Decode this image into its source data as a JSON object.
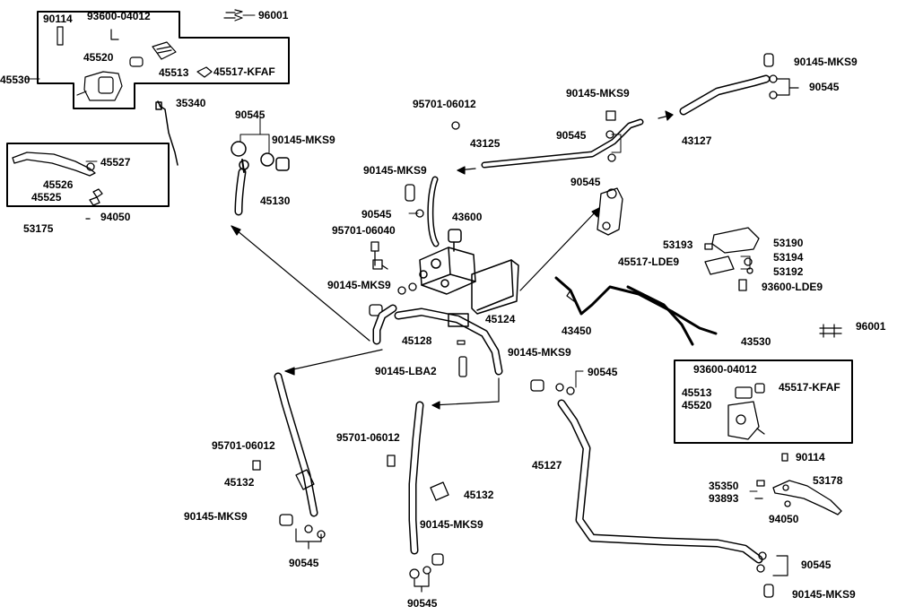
{
  "labels": {
    "p90114_top": "90114",
    "p93600_04012_top": "93600-04012",
    "p96001_top": "96001",
    "p45520_top": "45520",
    "p45513_top": "45513",
    "p45517_kfaf_top": "45517-KFAF",
    "p45530": "45530",
    "p35340": "35340",
    "p90545_a": "90545",
    "p90145_mks9_a": "90145-MKS9",
    "p45130": "45130",
    "p45527": "45527",
    "p45526": "45526",
    "p45525": "45525",
    "p53175": "53175",
    "p94050_a": "94050",
    "p95701_06012_a": "95701-06012",
    "p43125": "43125",
    "p90145_mks9_b": "90145-MKS9",
    "p90545_b": "90545",
    "p43600": "43600",
    "p95701_06040": "95701-06040",
    "p90145_mks9_c": "90145-MKS9",
    "p45124": "45124",
    "p45128": "45128",
    "p90145_lba2": "90145-LBA2",
    "p90145_mks9_d": "90145-MKS9",
    "p90545_c": "90545",
    "p90545_d": "90545",
    "p90145_mks9_e": "90145-MKS9",
    "p90545_e": "90545",
    "p43127": "43127",
    "p53193": "53193",
    "p53190": "53190",
    "p45517_lde9": "45517-LDE9",
    "p53194": "53194",
    "p53192": "53192",
    "p93600_lde9": "93600-LDE9",
    "p43450": "43450",
    "p96001_b": "96001",
    "p43530": "43530",
    "p93600_04012_b": "93600-04012",
    "p45513_b": "45513",
    "p45517_kfaf_b": "45517-KFAF",
    "p45520_b": "45520",
    "p90145_mks9_f": "90145-MKS9",
    "p90545_f": "90545",
    "p45127": "45127",
    "p90114_b": "90114",
    "p35350": "35350",
    "p53178": "53178",
    "p93893": "93893",
    "p94050_b": "94050",
    "p95701_06012_b": "95701-06012",
    "p45132_a": "45132",
    "p90145_mks9_g": "90145-MKS9",
    "p90545_g": "90545",
    "p95701_06012_c": "95701-06012",
    "p45132_b": "45132",
    "p90145_mks9_h": "90145-MKS9",
    "p90545_h": "90545",
    "p90545_i": "90545",
    "p90145_mks9_i": "90145-MKS9"
  }
}
